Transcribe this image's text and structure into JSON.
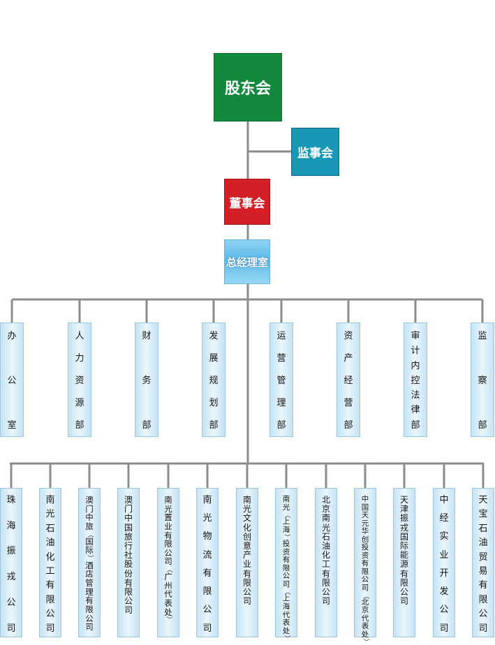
{
  "top": {
    "shareholders": "股东会",
    "supervisory_board": "监事会",
    "board_of_directors": "董事会",
    "general_manager_office": "总经理室"
  },
  "departments": [
    {
      "label": "办公室",
      "chars": [
        "办",
        "公",
        "室"
      ]
    },
    {
      "label": "人力资源部",
      "chars": [
        "人",
        "力",
        "资",
        "源",
        "部"
      ]
    },
    {
      "label": "财务部",
      "chars": [
        "财",
        "务",
        "部"
      ]
    },
    {
      "label": "发展规划部",
      "chars": [
        "发",
        "展",
        "规",
        "划",
        "部"
      ]
    },
    {
      "label": "运营管理部",
      "chars": [
        "运",
        "营",
        "管",
        "理",
        "部"
      ]
    },
    {
      "label": "资产经营部",
      "chars": [
        "资",
        "产",
        "经",
        "营",
        "部"
      ]
    },
    {
      "label": "审计内控法律部",
      "chars": [
        "审",
        "计",
        "内",
        "控",
        "法",
        "律",
        "部"
      ]
    },
    {
      "label": "监察部",
      "chars": [
        "监",
        "察",
        "部"
      ]
    }
  ],
  "companies": [
    {
      "label": "珠海振戎公司",
      "chars": [
        "珠",
        "海",
        "振",
        "戎",
        "公",
        "司"
      ]
    },
    {
      "label": "南光石油化工有限公司",
      "chars": [
        "南",
        "光",
        "石",
        "油",
        "化",
        "工",
        "有",
        "限",
        "公",
        "司"
      ]
    },
    {
      "label": "澳门中旅（国际）酒店管理有限公司",
      "chars": [
        "澳",
        "门",
        "中",
        "旅",
        "（",
        "国",
        "际",
        "）",
        "酒",
        "店",
        "管",
        "理",
        "有",
        "限",
        "公",
        "司"
      ]
    },
    {
      "label": "澳门中国旅行社股份有限公司",
      "chars": [
        "澳",
        "门",
        "中",
        "国",
        "旅",
        "行",
        "社",
        "股",
        "份",
        "有",
        "限",
        "公",
        "司"
      ]
    },
    {
      "label": "南光置业有限公司（广州代表处）",
      "chars": [
        "南",
        "光",
        "置",
        "业",
        "有",
        "限",
        "公",
        "司",
        "（",
        "广",
        "州",
        "代",
        "表",
        "处",
        "）"
      ]
    },
    {
      "label": "南光物流有限公司",
      "chars": [
        "南",
        "光",
        "物",
        "流",
        "有",
        "限",
        "公",
        "司"
      ]
    },
    {
      "label": "南光文化创意产业有限公司",
      "chars": [
        "南",
        "光",
        "文",
        "化",
        "创",
        "意",
        "产",
        "业",
        "有",
        "限",
        "公",
        "司"
      ]
    },
    {
      "label": "南光（上海）投资有限公司（上海代表处）",
      "chars": [
        "南",
        "光",
        "（",
        "上",
        "海",
        "）",
        "投",
        "资",
        "有",
        "限",
        "公",
        "司",
        "（",
        "上",
        "海",
        "代",
        "表",
        "处",
        "）"
      ]
    },
    {
      "label": "北京南光石油化工有限公司",
      "chars": [
        "北",
        "京",
        "南",
        "光",
        "石",
        "油",
        "化",
        "工",
        "有",
        "限",
        "公",
        "司"
      ]
    },
    {
      "label": "中国天元华创投资有限公司（北京代表处）",
      "chars": [
        "中",
        "国",
        "天",
        "元",
        "华",
        "创",
        "投",
        "资",
        "有",
        "限",
        "公",
        "司",
        "（",
        "北",
        "京",
        "代",
        "表",
        "处",
        "）"
      ]
    },
    {
      "label": "天津振戎国际能源有限公司",
      "chars": [
        "天",
        "津",
        "振",
        "戎",
        "国",
        "际",
        "能",
        "源",
        "有",
        "限",
        "公",
        "司"
      ]
    },
    {
      "label": "中经实业开发公司",
      "chars": [
        "中",
        "经",
        "实",
        "业",
        "开",
        "发",
        "公",
        "司"
      ]
    },
    {
      "label": "天宝石油贸易有限公司",
      "chars": [
        "天",
        "宝",
        "石",
        "油",
        "贸",
        "易",
        "有",
        "限",
        "公",
        "司"
      ]
    }
  ],
  "colors": {
    "shareholders": "#13893d",
    "supervisory_board": "#1797b5",
    "board_of_directors": "#d41f27",
    "general_manager_office": "#5cb9e8",
    "unit_box": "#d6ecf8",
    "connector": "#8c8c8c"
  }
}
